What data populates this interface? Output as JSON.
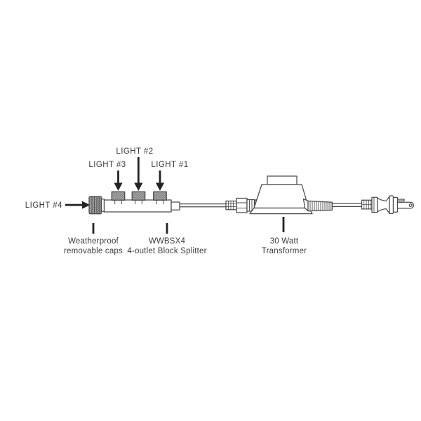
{
  "diagram": {
    "type": "product-wiring-diagram",
    "product_labels": {
      "light_1": "LIGHT #1",
      "light_2": "LIGHT #2",
      "light_3": "LIGHT #3",
      "light_4": "LIGHT #4"
    },
    "captions": {
      "caps": {
        "line1": "Weatherproof",
        "line2": "removable caps"
      },
      "splitter": {
        "line1": "WWBSX4",
        "line2": "4-outlet Block Splitter"
      },
      "transformer": {
        "line1": "30 Watt",
        "line2": "Transformer"
      }
    },
    "colors": {
      "background": "#ffffff",
      "line": "#4a4a4c",
      "text": "#3b3b3d",
      "arrow": "#232323",
      "cap_texture": "#a5a5a5"
    }
  }
}
